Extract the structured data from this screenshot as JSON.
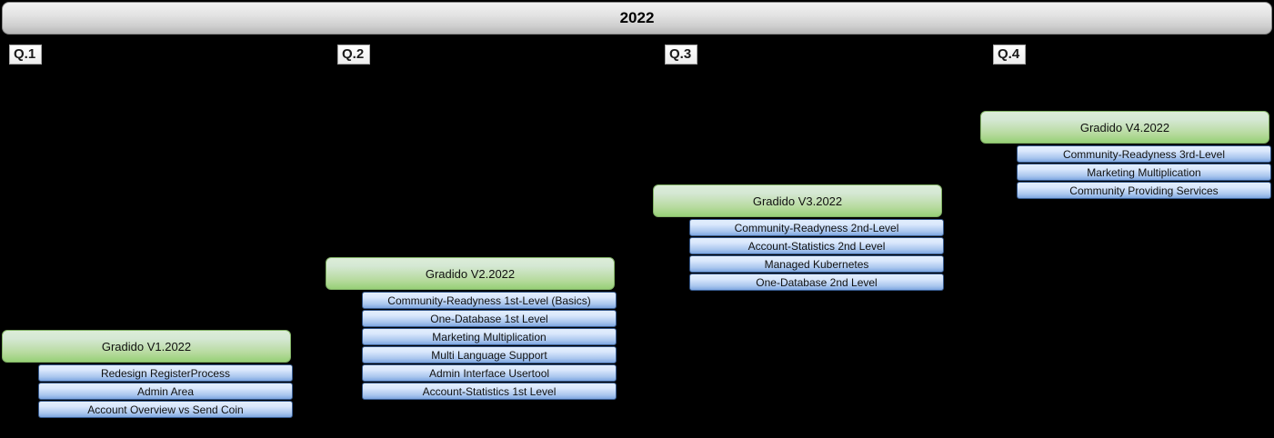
{
  "title": "2022",
  "quarters": [
    {
      "label": "Q.1",
      "release": "Gradido V1.2022",
      "items": [
        "Redesign RegisterProcess",
        "Admin Area",
        "Account Overview vs Send Coin"
      ]
    },
    {
      "label": "Q.2",
      "release": "Gradido V2.2022",
      "items": [
        "Community-Readyness 1st-Level (Basics)",
        "One-Database 1st Level",
        "Marketing Multiplication",
        "Multi Language Support",
        "Admin Interface Usertool",
        "Account-Statistics 1st Level"
      ]
    },
    {
      "label": "Q.3",
      "release": "Gradido V3.2022",
      "items": [
        "Community-Readyness 2nd-Level",
        "Account-Statistics 2nd Level",
        "Managed Kubernetes",
        "One-Database 2nd Level"
      ]
    },
    {
      "label": "Q.4",
      "release": "Gradido V4.2022",
      "items": [
        "Community-Readyness 3rd-Level",
        "Marketing Multiplication",
        "Community Providing Services"
      ]
    }
  ],
  "colors": {
    "background": "#000000",
    "banner_gradient_top": "#f2f2f2",
    "banner_gradient_bottom": "#b5b5b5",
    "release_gradient_top": "#d5e8d4",
    "release_gradient_bottom": "#97d077",
    "release_border": "#82b366",
    "item_gradient_top": "#dae8fc",
    "item_gradient_bottom": "#7ea6e0",
    "item_border": "#36598c"
  }
}
